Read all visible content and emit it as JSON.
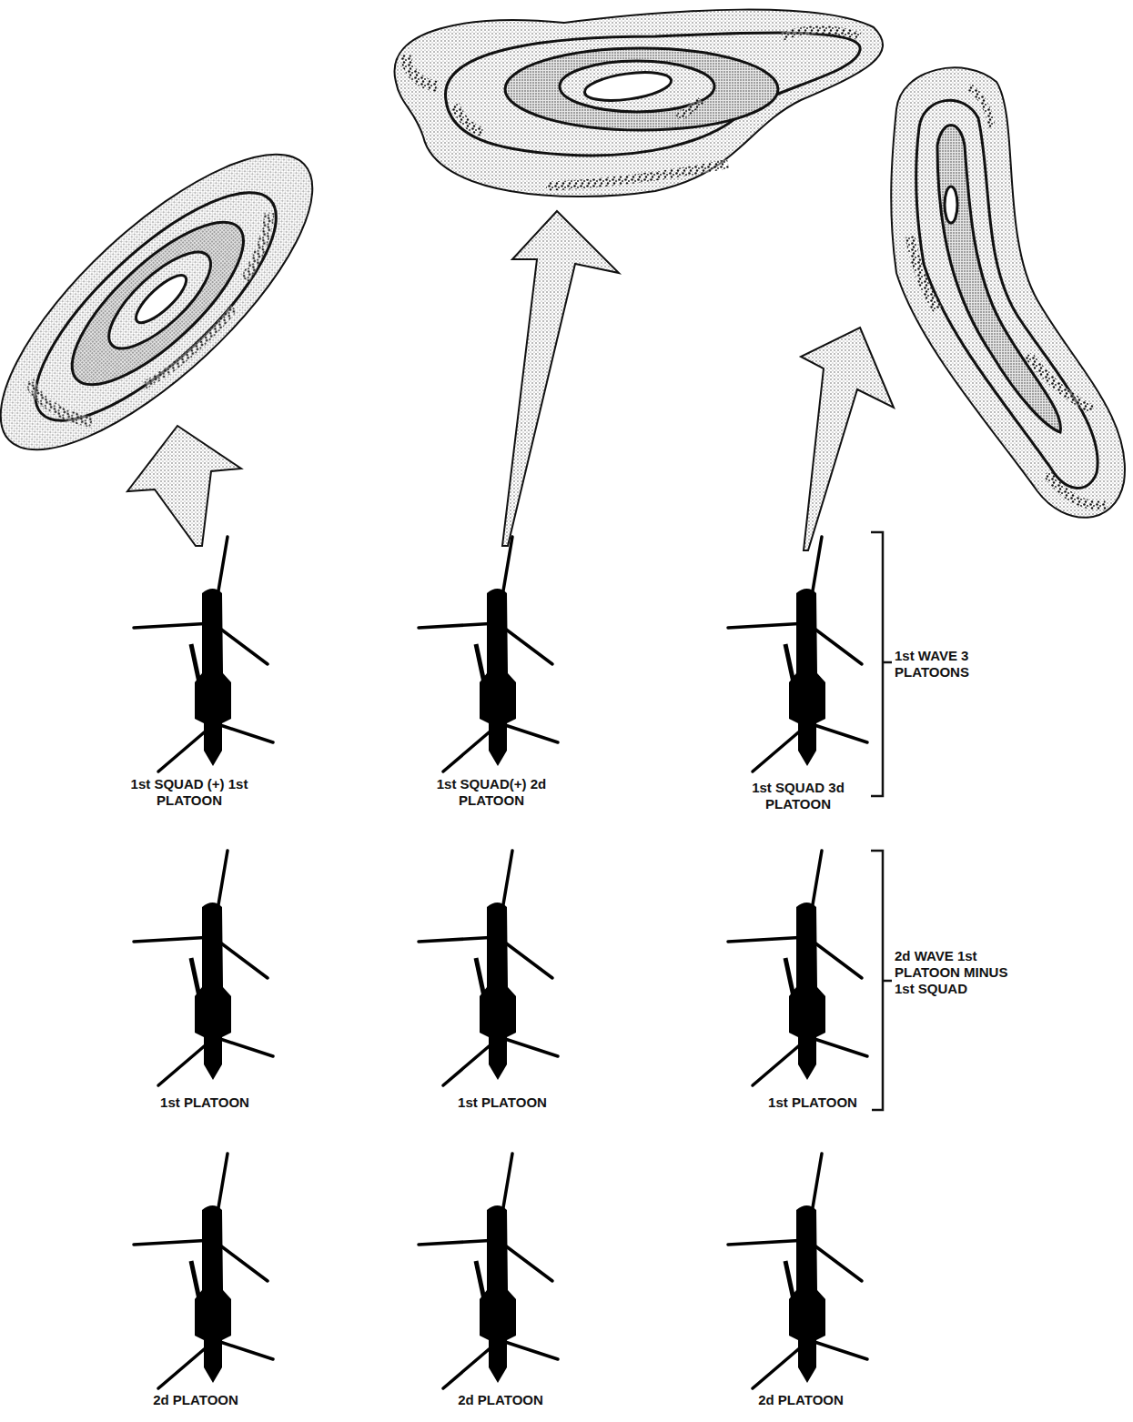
{
  "diagram": {
    "labels": [
      "1st WAVE 3 PLATOONS",
      "1st SQUAD (+) 1st PLATOON",
      "1st SQUAD(+) 2d PLATOON",
      "1st SQUAD 3d PLATOON",
      "2d WAVE 1st PLATOON MINUS 1st SQUAD",
      "1st PLATOON",
      "1st PLATOON",
      "1st PLATOON",
      "2d PLATOON",
      "2d PLATOON",
      "2d PLATOON"
    ]
  }
}
